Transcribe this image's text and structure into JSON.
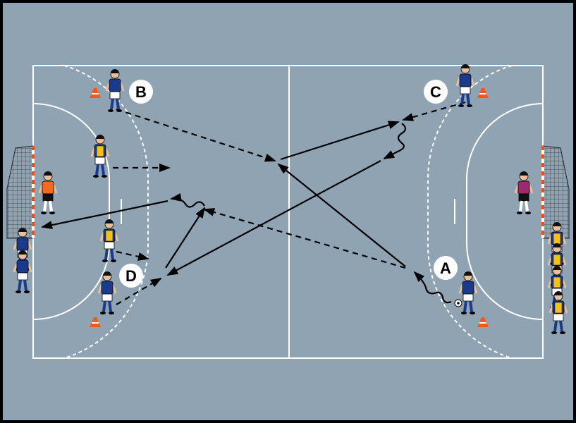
{
  "colors": {
    "floor": "#8fa3b3",
    "lines": "#ffffff",
    "team_blue": "#1a3a8c",
    "bib_yellow": "#f2c21b",
    "gk_left": "#f26b1d",
    "gk_right": "#9b2a6e",
    "cone": "#f25a1a"
  },
  "positions": [
    {
      "id": "B",
      "label": "B"
    },
    {
      "id": "C",
      "label": "C"
    },
    {
      "id": "D",
      "label": "D"
    },
    {
      "id": "A",
      "label": "A"
    }
  ]
}
